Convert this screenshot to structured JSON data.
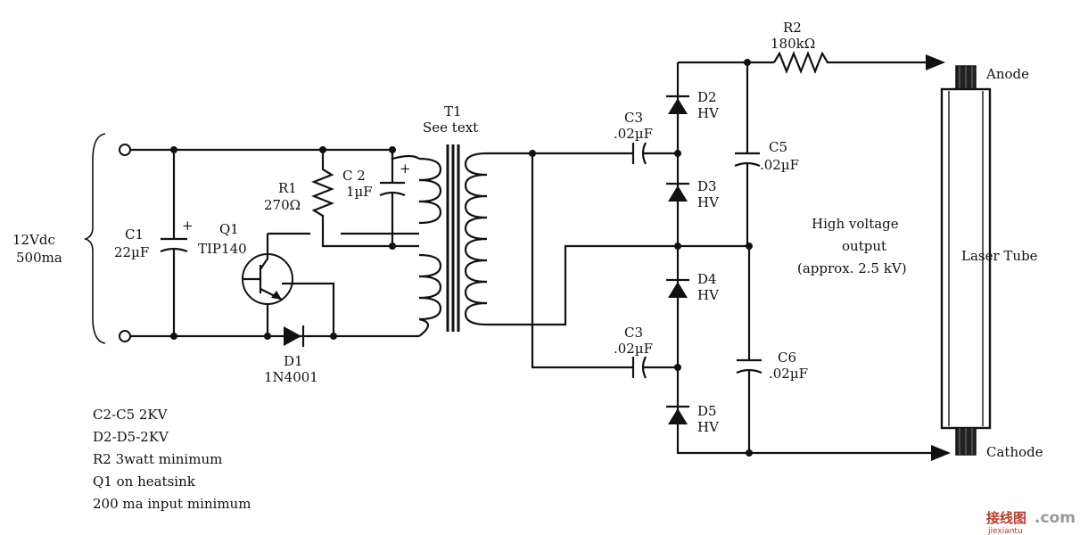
{
  "input": {
    "voltage": "12Vdc",
    "current": "500ma"
  },
  "components": {
    "c1": {
      "name": "C1",
      "value": "22µF",
      "polarity": "+"
    },
    "q1": {
      "name": "Q1",
      "value": "TIP140"
    },
    "r1": {
      "name": "R1",
      "value": "270Ω"
    },
    "c2": {
      "name": "C 2",
      "value": "1µF",
      "polarity": "+"
    },
    "d1": {
      "name": "D1",
      "value": "1N4001"
    },
    "t1": {
      "name": "T1",
      "value": "See text"
    },
    "c3a": {
      "name": "C3",
      "value": ".02µF"
    },
    "c3b": {
      "name": "C3",
      "value": ".02µF"
    },
    "d2": {
      "name": "D2",
      "value": "HV"
    },
    "d3": {
      "name": "D3",
      "value": "HV"
    },
    "d4": {
      "name": "D4",
      "value": "HV"
    },
    "d5": {
      "name": "D5",
      "value": "HV"
    },
    "c5": {
      "name": "C5",
      "value": ".02µF"
    },
    "c6": {
      "name": "C6",
      "value": ".02µF"
    },
    "r2": {
      "name": "R2",
      "value": "180kΩ"
    }
  },
  "output": {
    "line1": "High voltage",
    "line2": "output",
    "line3": "(approx. 2.5 kV)",
    "tube": "Laser Tube",
    "anode": "Anode",
    "cathode": "Cathode"
  },
  "notes": [
    "C2-C5 2KV",
    "D2-D5-2KV",
    "R2 3watt minimum",
    "Q1 on heatsink",
    "200 ma input minimum"
  ],
  "watermark": {
    "cn": "接线图",
    "com": ".com",
    "url": "jiexiantu"
  }
}
